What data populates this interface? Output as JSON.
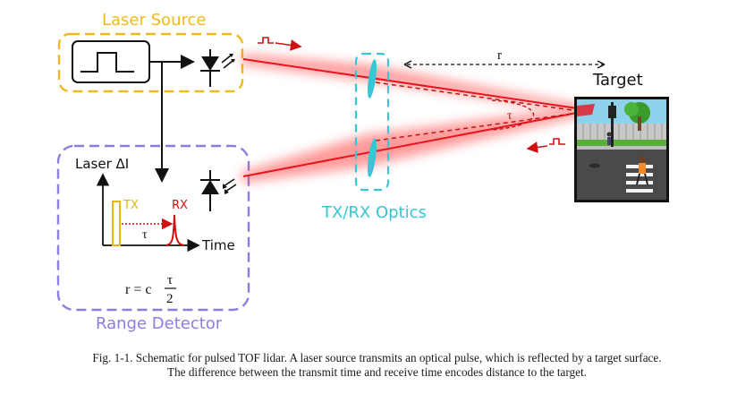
{
  "diagram": {
    "laser_source_label": "Laser Source",
    "range_detector_label": "Range Detector",
    "optics_label": "TX/RX Optics",
    "target_label": "Target",
    "distance_symbol": "r",
    "tau_symbol": "τ",
    "plot": {
      "ylabel": "Laser ΔI",
      "xlabel": "Time",
      "tx_label": "TX",
      "rx_label": "RX",
      "tau_label": "τ"
    },
    "equation": {
      "lhs": "r = c",
      "numerator": "τ",
      "denominator": "2"
    },
    "colors": {
      "laser_box": "#f2b91c",
      "detector_box": "#8a7fe0",
      "optics": "#37c6d6",
      "beam": "#e8141e",
      "tx_pulse": "#e6b319"
    }
  },
  "caption": {
    "line1": "Fig. 1-1. Schematic for pulsed TOF lidar. A laser source transmits an optical pulse, which is reflected by a target surface.",
    "line2": "The difference between the transmit time and receive time encodes distance to the target."
  }
}
